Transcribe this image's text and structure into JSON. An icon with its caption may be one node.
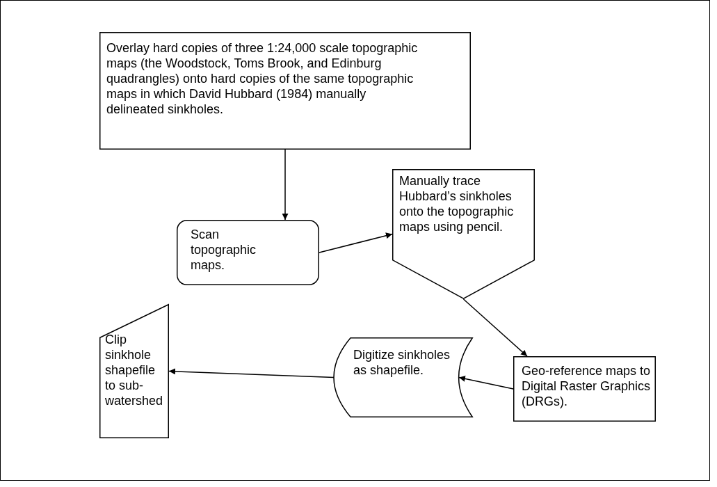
{
  "diagram": {
    "nodes": [
      {
        "text": [
          "Overlay hard copies of three 1:24,000 scale topographic maps (the Woodstock, Toms Brook, and Edinburg quadrangles) onto hard copies of the same topographic maps in which David Hubbard (1984) manually delineated sinkholes."
        ]
      },
      {
        "text": [
          "Scan topographic maps."
        ]
      },
      {
        "text": [
          "Manually trace Hubbard’s sinkholes onto the topographic maps using pencil."
        ]
      },
      {
        "text": [
          "Geo-reference maps to Digital Raster Graphics (DRGs)."
        ]
      },
      {
        "text": [
          "Digitize sinkholes as shapefile."
        ]
      },
      {
        "text": [
          "Clip sinkhole shapefile to sub-watershed"
        ]
      }
    ],
    "edges": [
      {
        "from": 0,
        "to": 1,
        "arrow": "to"
      },
      {
        "from": 1,
        "to": 2,
        "arrow": "to"
      },
      {
        "from": 2,
        "to": 3,
        "arrow": "to"
      },
      {
        "from": 3,
        "to": 4,
        "arrow": "to"
      },
      {
        "from": 4,
        "to": 5,
        "arrow": "to"
      }
    ]
  }
}
